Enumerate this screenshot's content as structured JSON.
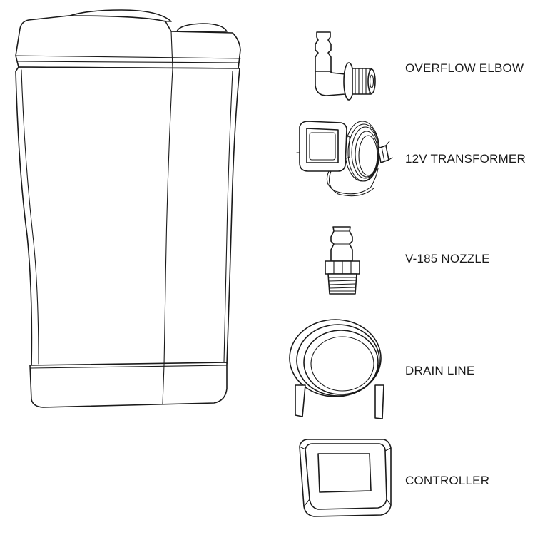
{
  "parts": [
    {
      "id": "overflow-elbow",
      "label": "OVERFLOW ELBOW"
    },
    {
      "id": "transformer",
      "label": "12V TRANSFORMER"
    },
    {
      "id": "nozzle",
      "label": "V-185 NOZZLE"
    },
    {
      "id": "drain-line",
      "label": "DRAIN LINE"
    },
    {
      "id": "controller",
      "label": "CONTROLLER"
    }
  ],
  "colors": {
    "line": "#1a1a1a",
    "background": "#ffffff"
  }
}
